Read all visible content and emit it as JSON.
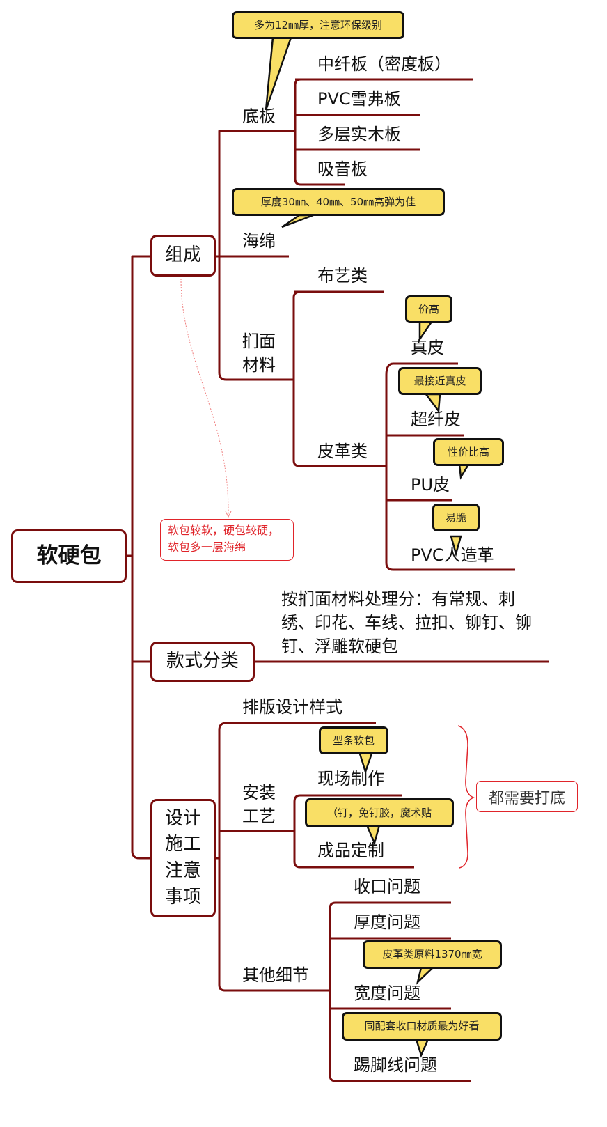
{
  "colors": {
    "branch": "#7a0d0d",
    "callout_fill": "#f9df66",
    "note_red": "#e0242a"
  },
  "root": {
    "label": "软硬包"
  },
  "main_topics": {
    "composition": {
      "label": "组成"
    },
    "style_category": {
      "label": "款式分类"
    },
    "design_notes": {
      "label": "设计施工注意事项"
    }
  },
  "composition": {
    "base_board": {
      "label": "底板",
      "callout": "多为12㎜厚，注意环保级别",
      "children": [
        "中纤板（密度板）",
        "PVC雪弗板",
        "多层实木板",
        "吸音板"
      ]
    },
    "sponge": {
      "label": "海绵",
      "callout": "厚度30㎜、40㎜、50㎜高弹为佳"
    },
    "facing_material": {
      "label": "扪面材料",
      "fabric": {
        "label": "布艺类"
      },
      "leather": {
        "label": "皮革类",
        "children": [
          {
            "label": "真皮",
            "callout": "价高"
          },
          {
            "label": "超纤皮",
            "callout": "最接近真皮"
          },
          {
            "label": "PU皮",
            "callout": "性价比高"
          },
          {
            "label": "PVC人造革",
            "callout": "易脆"
          }
        ]
      }
    },
    "relationship_note": "软包较软，硬包较硬，软包多一层海绵"
  },
  "style_category": {
    "description": "按扪面材料处理分：有常规、刺绣、印花、车线、拉扣、铆钉、铆钉、浮雕软硬包"
  },
  "design_notes": {
    "layout_style": {
      "label": "排版设计样式"
    },
    "installation": {
      "label": "安装工艺",
      "children": [
        {
          "label": "现场制作",
          "callout": "型条软包"
        },
        {
          "label": "成品定制",
          "callout": "（钉，免钉胶，魔术贴"
        }
      ],
      "summary": "都需要打底"
    },
    "other_details": {
      "label": "其他细节",
      "children": [
        {
          "label": "收口问题"
        },
        {
          "label": "厚度问题"
        },
        {
          "label": "宽度问题",
          "callout": "皮革类原料1370㎜宽"
        },
        {
          "label": "踢脚线问题",
          "callout": "同配套收口材质最为好看"
        }
      ]
    }
  }
}
